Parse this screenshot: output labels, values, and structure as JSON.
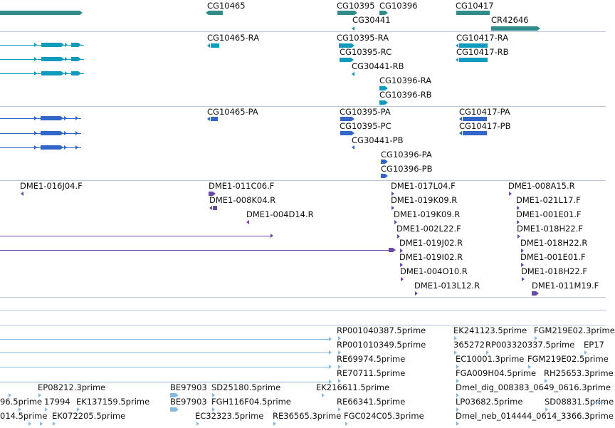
{
  "colors": {
    "genes": "#2f8c8a",
    "rna": "#109bbd",
    "protein": "#3266c8",
    "clones": "#6a4aa4",
    "est": "#87b9e0",
    "separator": "#b8c6dc"
  },
  "tracks": [
    {
      "key": "genes",
      "features": [
        {
          "id": "CG10465",
          "label": "CG10465"
        },
        {
          "id": "CG10395",
          "label": "CG10395"
        },
        {
          "id": "CG10396",
          "label": "CG10396"
        },
        {
          "id": "CG30441",
          "label": "CG30441"
        },
        {
          "id": "CG10417",
          "label": "CG10417"
        },
        {
          "id": "CR42646",
          "label": "CR42646"
        }
      ]
    },
    {
      "key": "transcripts",
      "features": [
        {
          "id": "CG10465-RA",
          "label": "CG10465-RA"
        },
        {
          "id": "CG10395-RA",
          "label": "CG10395-RA"
        },
        {
          "id": "CG10395-RC",
          "label": "CG10395-RC"
        },
        {
          "id": "CG30441-RB",
          "label": "CG30441-RB"
        },
        {
          "id": "CG10396-RA",
          "label": "CG10396-RA"
        },
        {
          "id": "CG10396-RB",
          "label": "CG10396-RB"
        },
        {
          "id": "CG10417-RA",
          "label": "CG10417-RA"
        },
        {
          "id": "CG10417-RB",
          "label": "CG10417-RB"
        }
      ]
    },
    {
      "key": "proteins",
      "features": [
        {
          "id": "CG10465-PA",
          "label": "CG10465-PA"
        },
        {
          "id": "CG10395-PA",
          "label": "CG10395-PA"
        },
        {
          "id": "CG10395-PC",
          "label": "CG10395-PC"
        },
        {
          "id": "CG30441-PB",
          "label": "CG30441-PB"
        },
        {
          "id": "CG10396-PA",
          "label": "CG10396-PA"
        },
        {
          "id": "CG10396-PB",
          "label": "CG10396-PB"
        },
        {
          "id": "CG10417-PA",
          "label": "CG10417-PA"
        },
        {
          "id": "CG10417-PB",
          "label": "CG10417-PB"
        }
      ]
    },
    {
      "key": "bac_clones",
      "features": [
        {
          "id": "DME1-016J04.F",
          "label": "DME1-016J04.F"
        },
        {
          "id": "DME1-011C06.F",
          "label": "DME1-011C06.F"
        },
        {
          "id": "DME1-008K04.R",
          "label": "DME1-008K04.R"
        },
        {
          "id": "DME1-004D14.R",
          "label": "DME1-004D14.R"
        },
        {
          "id": "DME1-017L04.F",
          "label": "DME1-017L04.F"
        },
        {
          "id": "DME1-019K09.R",
          "label": "DME1-019K09.R"
        },
        {
          "id": "DME1-019K09.R-2",
          "label": "DME1-019K09.R"
        },
        {
          "id": "DME1-002L22.F",
          "label": "DME1-002L22.F"
        },
        {
          "id": "DME1-019J02.R",
          "label": "DME1-019J02.R"
        },
        {
          "id": "DME1-019I02.R",
          "label": "DME1-019I02.R"
        },
        {
          "id": "DME1-004O10.R",
          "label": "DME1-004O10.R"
        },
        {
          "id": "DME1-013L12.R",
          "label": "DME1-013L12.R"
        },
        {
          "id": "DME1-008A15.R",
          "label": "DME1-008A15.R"
        },
        {
          "id": "DME1-021L17.F",
          "label": "DME1-021L17.F"
        },
        {
          "id": "DME1-001E01.F",
          "label": "DME1-001E01.F"
        },
        {
          "id": "DME1-018H22.F",
          "label": "DME1-018H22.F"
        },
        {
          "id": "DME1-018H22.R",
          "label": "DME1-018H22.R"
        },
        {
          "id": "DME1-001E01.F-2",
          "label": "DME1-001E01.F"
        },
        {
          "id": "DME1-018H22.F-2",
          "label": "DME1-018H22.F"
        },
        {
          "id": "DME1-011M19.F",
          "label": "DME1-011M19.F"
        }
      ]
    },
    {
      "key": "est_reads",
      "features": [
        {
          "id": "RP001040387.5prime",
          "label": "RP001040387.5prime"
        },
        {
          "id": "RP001010349.5prime",
          "label": "RP001010349.5prime"
        },
        {
          "id": "RE69974.5prime",
          "label": "RE69974.5prime"
        },
        {
          "id": "RE70711.5prime",
          "label": "RE70711.5prime"
        },
        {
          "id": "EK216611.5prime",
          "label": "EK216611.5prime"
        },
        {
          "id": "RE66341.5prime",
          "label": "RE66341.5prime"
        },
        {
          "id": "RE36565.3prime",
          "label": "RE36565.3prime"
        },
        {
          "id": "FGC024C05.3prime",
          "label": "FGC024C05.3prime"
        },
        {
          "id": "EP08212.3prime",
          "label": "EP08212.3prime"
        },
        {
          "id": "17994",
          "label": "17994"
        },
        {
          "id": "EK137159.5prime",
          "label": "EK137159.5prime"
        },
        {
          "id": "EK072205.5prime",
          "label": "EK072205.5prime"
        },
        {
          "id": "96.5prime",
          "label": "96.5prime"
        },
        {
          "id": "014.5prime",
          "label": "014.5prime"
        },
        {
          "id": "BE97903-a",
          "label": "BE97903"
        },
        {
          "id": "BE97903-b",
          "label": "BE97903"
        },
        {
          "id": "SD25180.5prime",
          "label": "SD25180.5prime"
        },
        {
          "id": "FGH116F04.5prime",
          "label": "FGH116F04.5prime"
        },
        {
          "id": "EC32323.5prime",
          "label": "EC32323.5prime"
        },
        {
          "id": "EK241123.5prime",
          "label": "EK241123.5prime"
        },
        {
          "id": "FGM219E02.3prime",
          "label": "FGM219E02.3prime"
        },
        {
          "id": "365272",
          "label": "365272"
        },
        {
          "id": "RP003320337.5prime",
          "label": "RP003320337.5prime"
        },
        {
          "id": "EP17",
          "label": "EP17"
        },
        {
          "id": "EC10001.3prime",
          "label": "EC10001.3prime"
        },
        {
          "id": "FGM219E02.5prime",
          "label": "FGM219E02.5prime"
        },
        {
          "id": "FGA009H04.5prime",
          "label": "FGA009H04.5prime"
        },
        {
          "id": "RH25653.3prime",
          "label": "RH25653.3prime"
        },
        {
          "id": "Dmel_dig_008383_0649_0616.3prime",
          "label": "Dmel_dig_008383_0649_0616.3prime"
        },
        {
          "id": "LP03682.5prime",
          "label": "LP03682.5prime"
        },
        {
          "id": "SD08831.5prime",
          "label": "SD08831.5prime"
        },
        {
          "id": "Dmel_neb_014444_0614_3366.3prime",
          "label": "Dmel_neb_014444_0614_3366.3prime"
        }
      ]
    }
  ]
}
